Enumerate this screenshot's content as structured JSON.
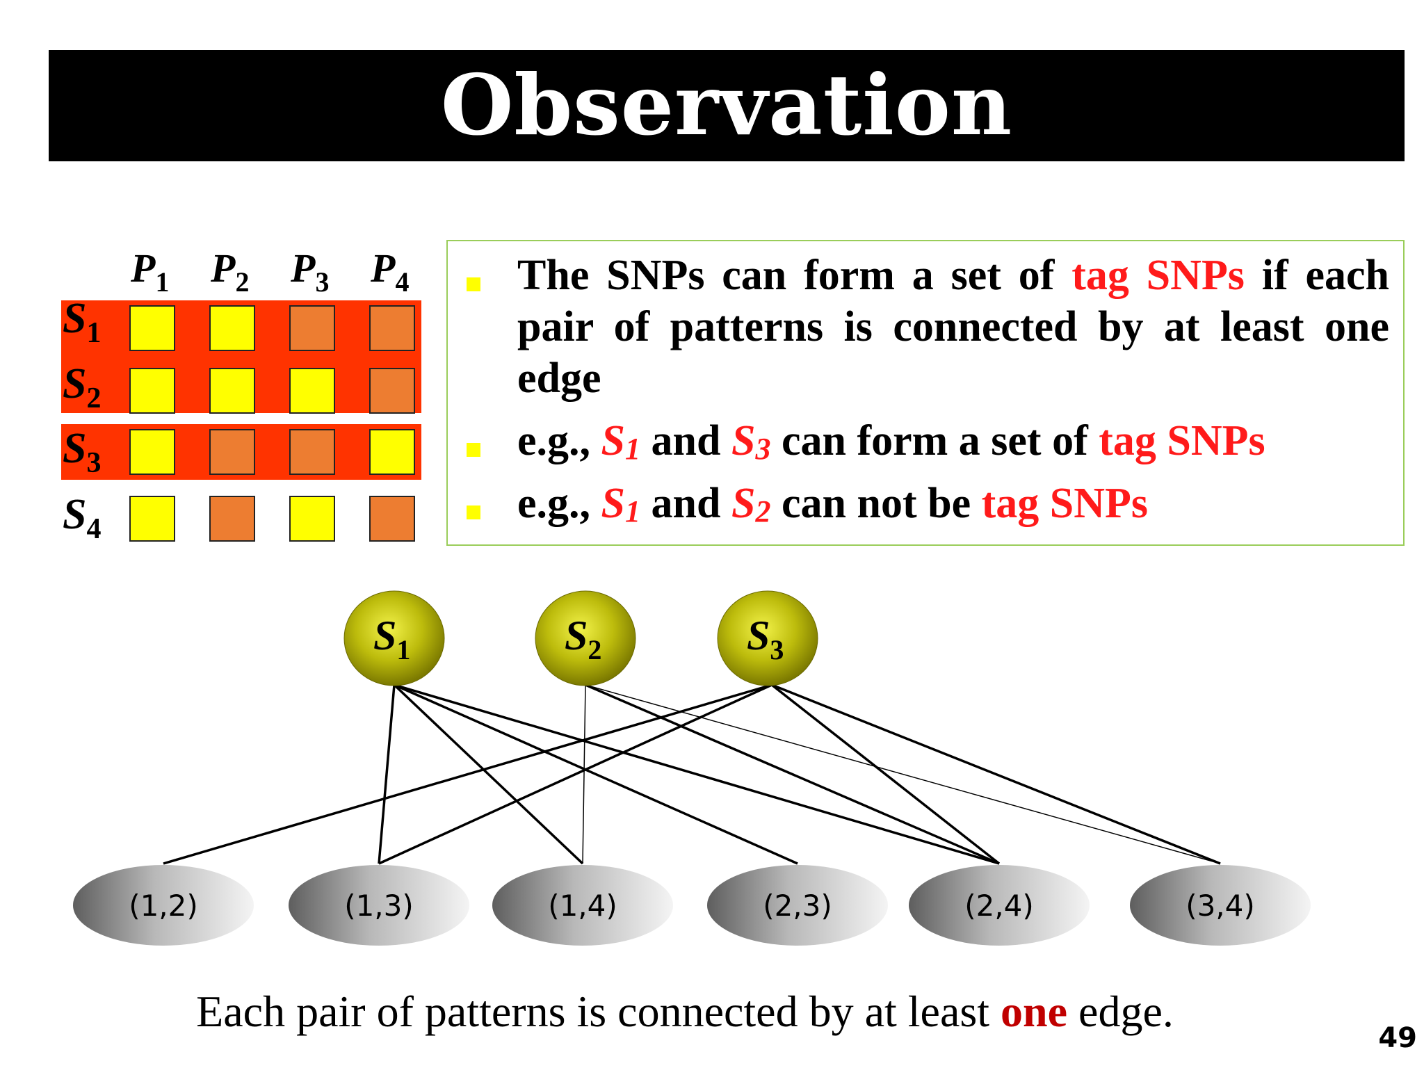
{
  "title": "Observation",
  "matrix": {
    "columns": [
      "P1",
      "P2",
      "P3",
      "P4"
    ],
    "rows": [
      {
        "label": "S1",
        "cells": [
          "yellow",
          "yellow",
          "orange",
          "orange"
        ],
        "highlighted": true
      },
      {
        "label": "S2",
        "cells": [
          "yellow",
          "yellow",
          "yellow",
          "orange"
        ],
        "highlighted": true
      },
      {
        "label": "S3",
        "cells": [
          "yellow",
          "orange",
          "orange",
          "yellow"
        ],
        "highlighted": true
      },
      {
        "label": "S4",
        "cells": [
          "yellow",
          "orange",
          "yellow",
          "orange"
        ],
        "highlighted": false
      }
    ]
  },
  "bullets": [
    {
      "pre": "The SNPs can form a set of ",
      "red": "tag SNPs",
      "post": " if each pair of patterns is connected by at least one edge"
    },
    {
      "eg": "e.g., ",
      "s_a": "S1",
      "mid": " and ",
      "s_b": "S3",
      "post": " can form a set of ",
      "red": "tag SNPs"
    },
    {
      "eg": "e.g., ",
      "s_a": "S1",
      "mid": " and ",
      "s_b": "S2",
      "post": " can not be ",
      "red": "tag SNPs"
    }
  ],
  "graph": {
    "snp_nodes": [
      "S1",
      "S2",
      "S3"
    ],
    "pair_nodes": [
      "(1,2)",
      "(1,3)",
      "(1,4)",
      "(2,3)",
      "(2,4)",
      "(3,4)"
    ],
    "edges": [
      [
        "S1",
        "(1,3)"
      ],
      [
        "S1",
        "(1,4)"
      ],
      [
        "S1",
        "(2,3)"
      ],
      [
        "S1",
        "(2,4)"
      ],
      [
        "S2",
        "(1,4)"
      ],
      [
        "S2",
        "(2,4)"
      ],
      [
        "S2",
        "(3,4)"
      ],
      [
        "S3",
        "(1,2)"
      ],
      [
        "S3",
        "(1,3)"
      ],
      [
        "S3",
        "(2,4)"
      ],
      [
        "S3",
        "(3,4)"
      ]
    ]
  },
  "footer": {
    "pre": "Each pair of patterns is connected by at least ",
    "highlight": "one",
    "post": " edge."
  },
  "page_number": "49",
  "colors": {
    "yellow": "#ffff00",
    "orange": "#ed7d31",
    "row_highlight": "#ff3300",
    "red_text": "#ff1a1a",
    "node_olive": "#b5b400"
  }
}
